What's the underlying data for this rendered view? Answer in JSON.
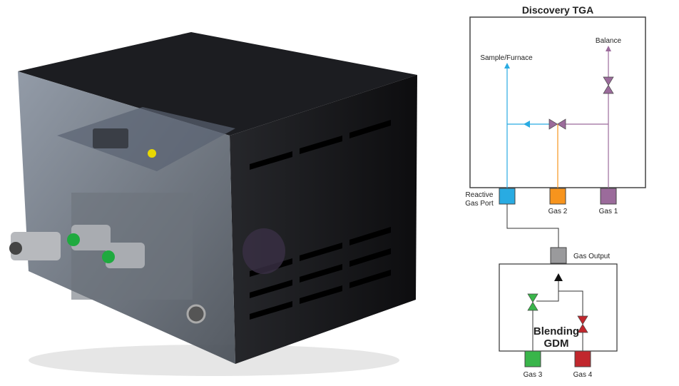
{
  "diagram": {
    "title": "Discovery TGA",
    "labels": {
      "sample_furnace": "Sample/Furnace",
      "balance": "Balance",
      "reactive_line1": "Reactive",
      "reactive_line2": "Gas Port",
      "gas1": "Gas 1",
      "gas2": "Gas 2",
      "gas3": "Gas 3",
      "gas4": "Gas 4",
      "gas_output": "Gas Output",
      "blending_line1": "Blending",
      "blending_line2": "GDM"
    },
    "colors": {
      "reactive": "#29abe2",
      "gas1": "#9b6b9b",
      "gas2": "#f7941d",
      "gas3": "#39b54a",
      "gas4": "#c1272d",
      "output": "#9a9a9c"
    }
  }
}
